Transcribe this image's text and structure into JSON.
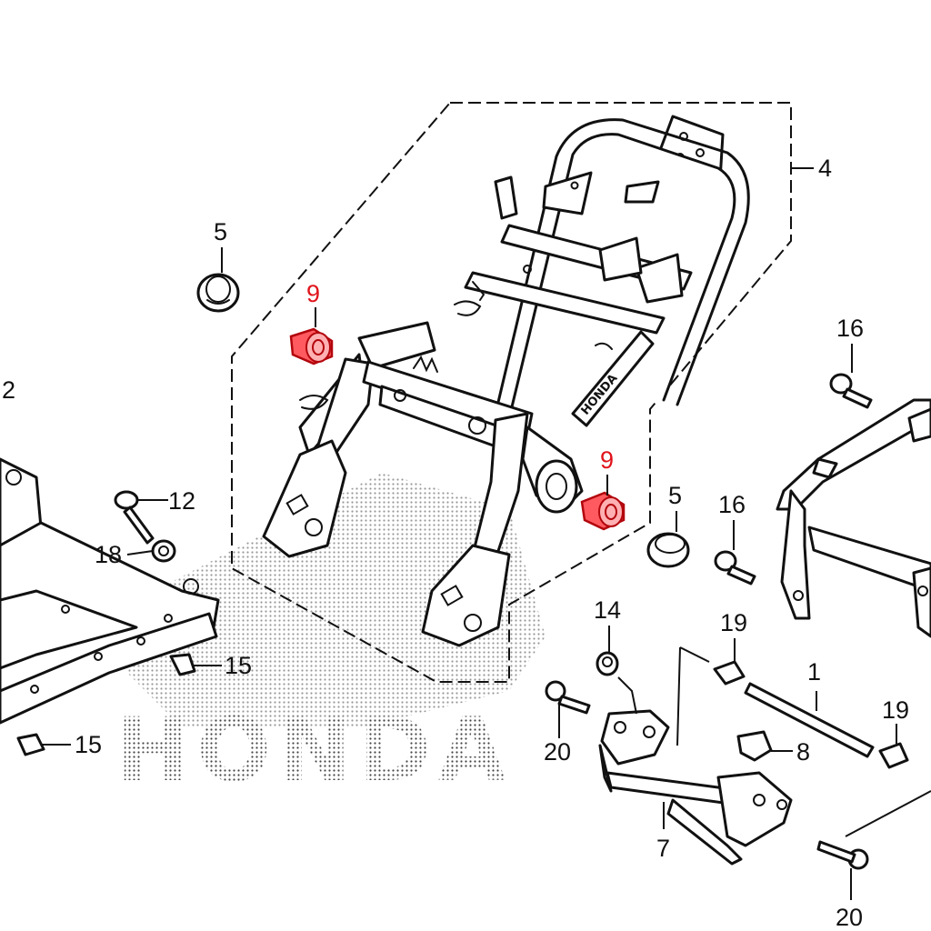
{
  "callouts": {
    "p1": "1",
    "p2": "2",
    "p4": "4",
    "p5a": "5",
    "p5b": "5",
    "p7": "7",
    "p8": "8",
    "p9a": "9",
    "p9b": "9",
    "p12": "12",
    "p14": "14",
    "p15a": "15",
    "p15b": "15",
    "p16a": "16",
    "p16b": "16",
    "p18": "18",
    "p19a": "19",
    "p19b": "19",
    "p20a": "20",
    "p20b": "20"
  },
  "watermark": "HONDA",
  "frame_marking": "HONDA",
  "colors": {
    "highlight": "#e0141b",
    "line": "#111111",
    "rubber_fill": "#ff5a5f"
  }
}
